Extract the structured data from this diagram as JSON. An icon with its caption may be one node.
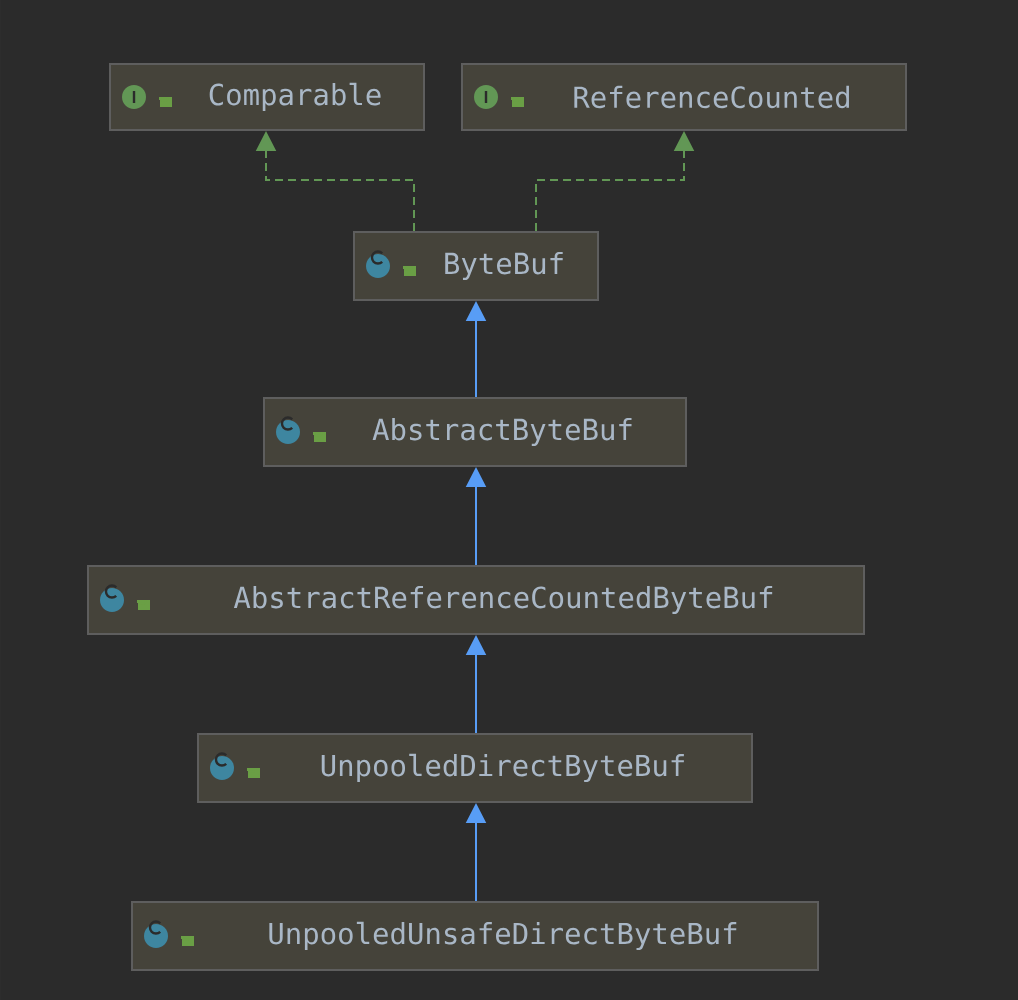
{
  "diagram": {
    "nodes": [
      {
        "text": [
          "Comparable"
        ]
      },
      {
        "text": [
          "ReferenceCounted"
        ]
      },
      {
        "text": [
          "ByteBuf"
        ]
      },
      {
        "text": [
          "AbstractByteBuf"
        ]
      },
      {
        "text": [
          "AbstractReferenceCountedByteBuf"
        ]
      },
      {
        "text": [
          "UnpooledDirectByteBuf"
        ]
      },
      {
        "text": [
          "UnpooledUnsafeDirectByteBuf"
        ]
      }
    ],
    "edges": [
      {
        "from": 2,
        "to": 0,
        "arrow": "to",
        "style": "dashed",
        "color": "#629755"
      },
      {
        "from": 2,
        "to": 1,
        "arrow": "to",
        "style": "dashed",
        "color": "#629755"
      },
      {
        "from": 3,
        "to": 2,
        "arrow": "to"
      },
      {
        "from": 4,
        "to": 3,
        "arrow": "to"
      },
      {
        "from": 5,
        "to": 4,
        "arrow": "to"
      },
      {
        "from": 6,
        "to": 5,
        "arrow": "to"
      }
    ]
  }
}
